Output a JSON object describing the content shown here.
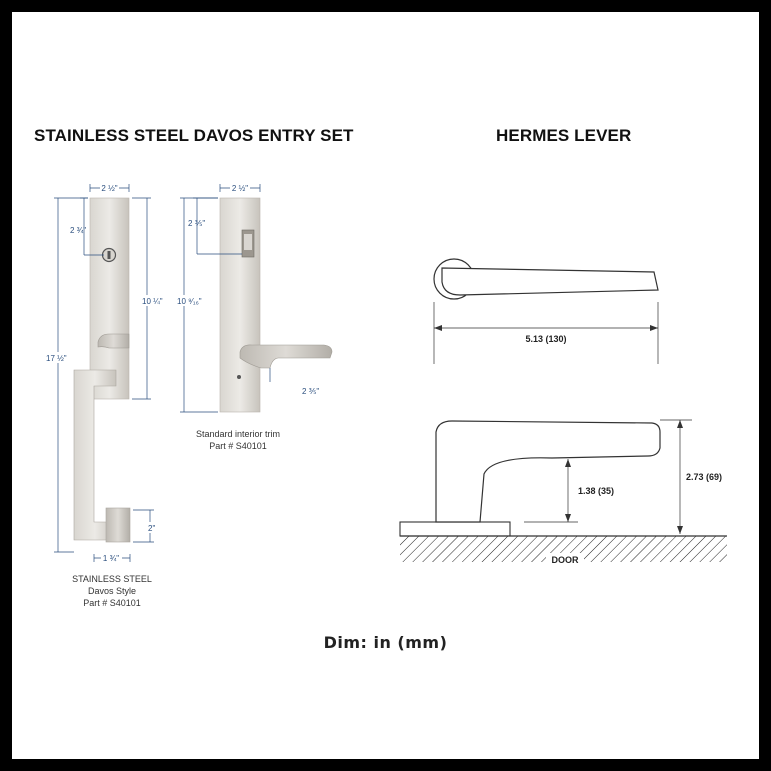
{
  "left": {
    "title": "STAINLESS STEEL DAVOS ENTRY SET",
    "dims": {
      "width_top": "2 ½\"",
      "cyl_offset": "2 ¾\"",
      "upper_height": "10 ¼\"",
      "overall_height": "17 ½\"",
      "bottom_rose_height": "2\"",
      "bottom_width": "1 ¾\""
    },
    "caption": [
      "STAINLESS STEEL",
      "Davos Style",
      "Part # S40101"
    ]
  },
  "interior": {
    "dims": {
      "width_top": "2 ½\"",
      "thumb_offset": "2 ⅗\"",
      "height": "10 ⁹⁄₁₆\"",
      "lever_offset": "2 ⅗\""
    },
    "caption": [
      "Standard interior trim",
      "Part # S40101"
    ]
  },
  "right": {
    "title": "HERMES LEVER",
    "dims": {
      "length": "5.13 (130)",
      "height_total": "2.73 (69)",
      "height_base": "1.38 (35)"
    },
    "door_label": "DOOR"
  },
  "footer": "Dim: in (mm)",
  "colors": {
    "frame": "#000000",
    "dimension_text": "#2a4e7e",
    "steel": "#cfccc6"
  }
}
